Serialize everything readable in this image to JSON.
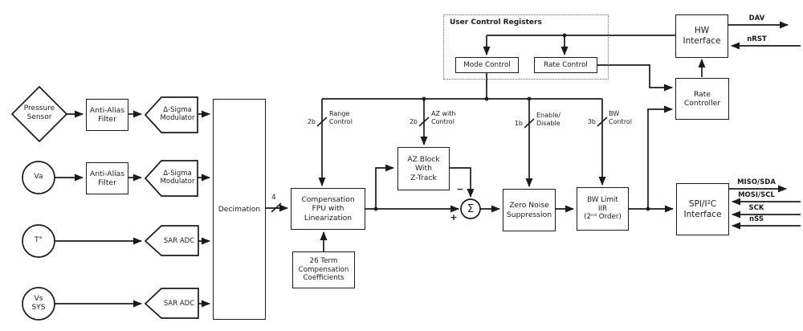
{
  "colors": {
    "line": "#1b1b1b",
    "background": "#ffffff"
  },
  "sources": {
    "pressure_sensor": "Pressure\nSensor",
    "va": "Va",
    "temperature": "T°",
    "vs_sys": "Vs\nSYS"
  },
  "blocks": {
    "anti_alias_filter": "Anti-Alias\nFilter",
    "delta_sigma_modulator": "Δ-Sigma\nModulator",
    "sar_adc": "SAR ADC",
    "decimation": "Decimation",
    "compensation_fpu": "Compensation\nFPU with\nLinearization",
    "compensation_coefficients": "26 Term\nCompensation\nCoefficients",
    "az_block": "AZ Block\nWith\nZ-Track",
    "zero_noise_suppression": "Zero Noise\nSuppression",
    "bw_limit_iir": "BW Limit\nIIR\n(2ⁿᵈ Order)",
    "spi_i2c_interface": "SPI/I²C\nInterface",
    "hw_interface": "HW\nInterface",
    "rate_controller": "Rate\nController"
  },
  "user_control_registers": {
    "title": "User Control Registers",
    "mode_control": "Mode Control",
    "rate_control": "Rate Control"
  },
  "bus_annotations": {
    "decimation_out_width": "4",
    "range_control": {
      "width": "2b",
      "label": "Range\nControl"
    },
    "az_control": {
      "width": "2b",
      "label": "AZ with\nControl"
    },
    "enable_disable": {
      "width": "1b",
      "label": "Enable/\nDisable"
    },
    "bw_control": {
      "width": "3b",
      "label": "BW\nControl"
    }
  },
  "summing_junction": {
    "symbol": "Σ",
    "minus": "−",
    "plus": "+"
  },
  "external_signals": {
    "dav": "DAV",
    "nrst": "nRST",
    "miso_sda": "MISO/SDA",
    "mosi_scl": "MOSI/SCL",
    "sck": "SCK",
    "nss": "nSS"
  }
}
